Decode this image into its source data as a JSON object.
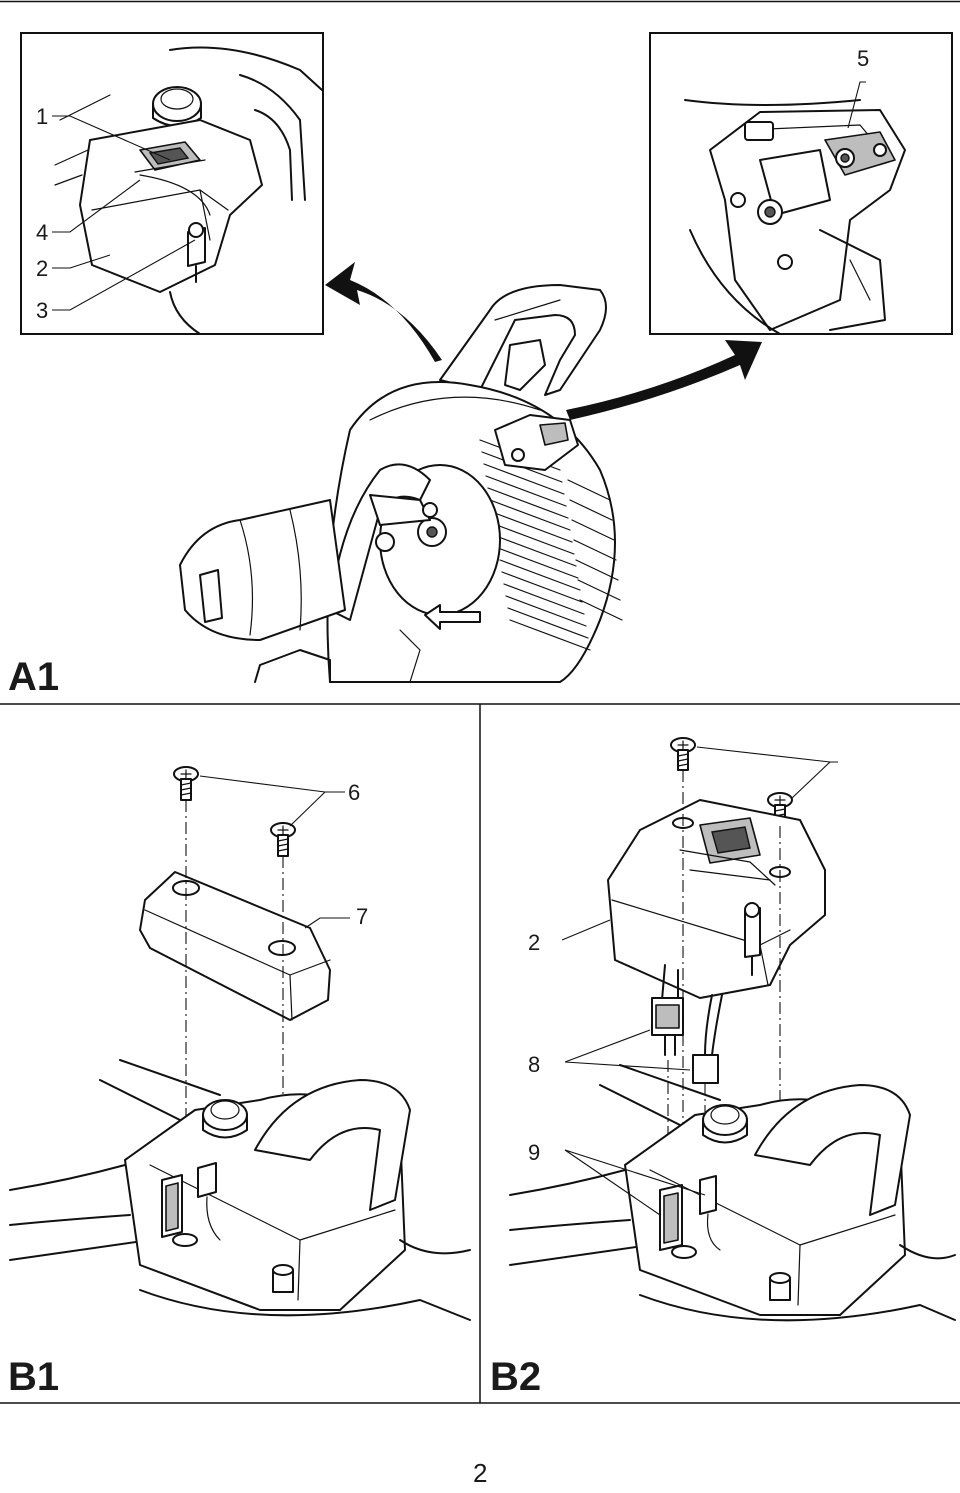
{
  "panels": {
    "a1": {
      "label": "A1",
      "callouts": [
        "1",
        "4",
        "2",
        "3",
        "5"
      ]
    },
    "b1": {
      "label": "B1",
      "callouts": [
        "6",
        "7"
      ]
    },
    "b2": {
      "label": "B2",
      "callouts": [
        "2",
        "8",
        "9"
      ]
    }
  },
  "page_number": "2"
}
